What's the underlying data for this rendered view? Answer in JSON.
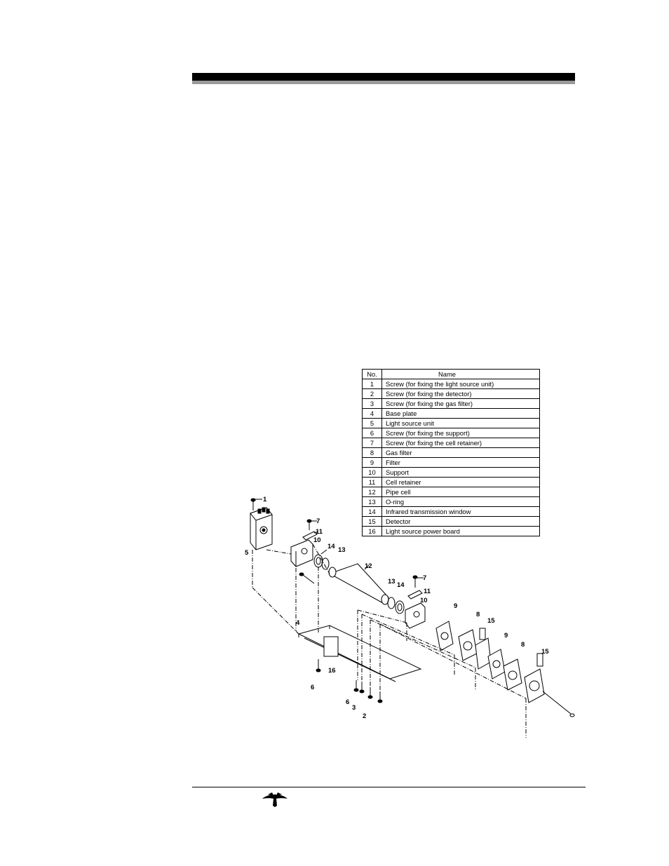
{
  "parts_table": {
    "header_no": "No.",
    "header_name": "Name",
    "rows": [
      {
        "no": "1",
        "name": "Screw (for fixing the light source unit)"
      },
      {
        "no": "2",
        "name": "Screw (for fixing the detector)"
      },
      {
        "no": "3",
        "name": "Screw (for fixing the gas filter)"
      },
      {
        "no": "4",
        "name": "Base plate"
      },
      {
        "no": "5",
        "name": "Light source unit"
      },
      {
        "no": "6",
        "name": "Screw (for fixing the support)"
      },
      {
        "no": "7",
        "name": "Screw (for fixing the cell retainer)"
      },
      {
        "no": "8",
        "name": "Gas filter"
      },
      {
        "no": "9",
        "name": "Filter"
      },
      {
        "no": "10",
        "name": "Support"
      },
      {
        "no": "11",
        "name": "Cell retainer"
      },
      {
        "no": "12",
        "name": "Pipe cell"
      },
      {
        "no": "13",
        "name": "O-ring"
      },
      {
        "no": "14",
        "name": "Infrared transmission window"
      },
      {
        "no": "15",
        "name": "Detector"
      },
      {
        "no": "16",
        "name": "Light source power board"
      }
    ]
  },
  "diagram_callouts": {
    "c1": "1",
    "c5": "5",
    "c7a": "7",
    "c11a": "11",
    "c10a": "10",
    "c14a": "14",
    "c13a": "13",
    "c12": "12",
    "c13b": "13",
    "c14b": "14",
    "c7b": "7",
    "c11b": "11",
    "c10b": "10",
    "c9a": "9",
    "c8a": "8",
    "c15a": "15",
    "c9b": "9",
    "c8b": "8",
    "c15b": "15",
    "c4": "4",
    "c16": "16",
    "c6a": "6",
    "c6b": "6",
    "c3": "3",
    "c2": "2"
  },
  "logo": {
    "icon": "teledyne-logo-icon"
  }
}
